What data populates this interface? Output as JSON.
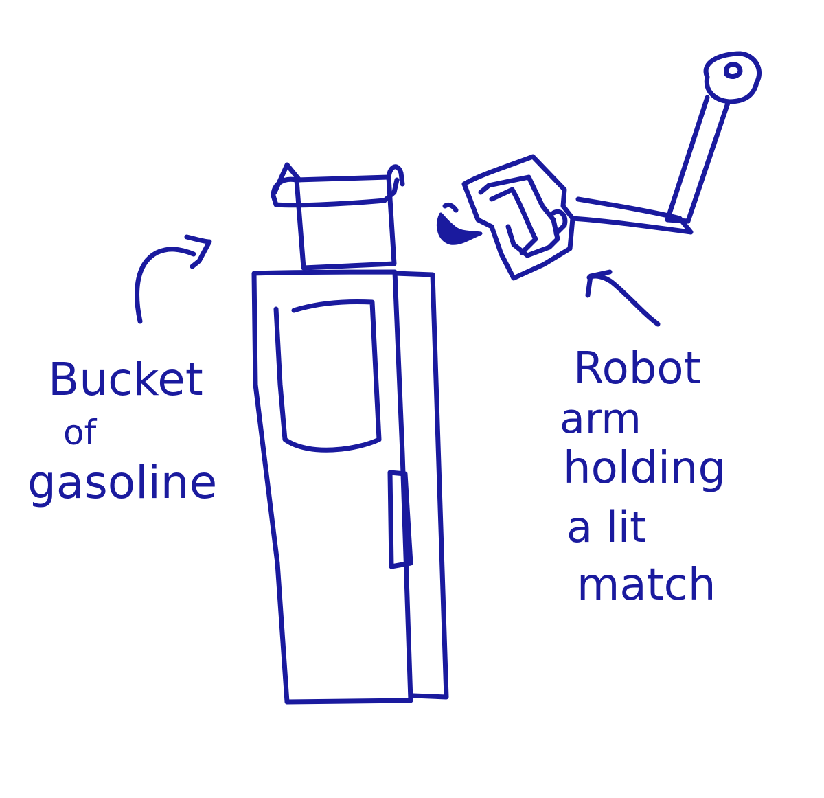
{
  "labels": {
    "left": {
      "line1": "Bucket",
      "line2": "of",
      "line3": "gasoline"
    },
    "right": {
      "line1": "Robot",
      "line2": "arm",
      "line3": "holding",
      "line4": "a lit",
      "line5": "match"
    }
  },
  "colors": {
    "ink": "#1a1a9e",
    "background": "#ffffff"
  }
}
